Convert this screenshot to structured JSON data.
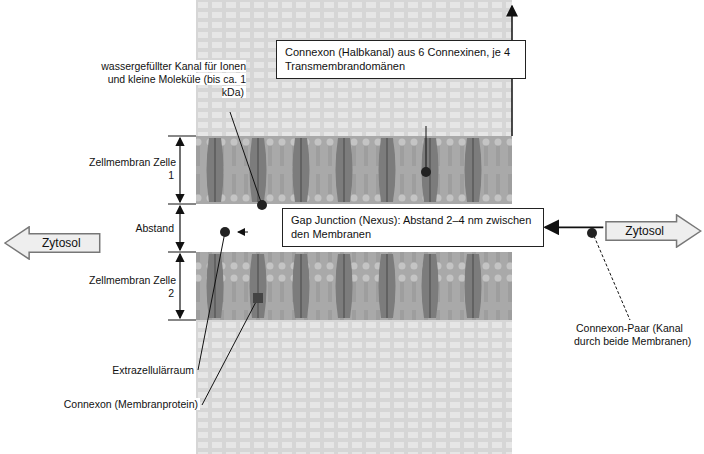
{
  "diagram": {
    "nodes": [
      {
        "text": [
          "Connexon (Halbkanal) aus 6 Connexinen, je 4 Transmembrandomänen"
        ]
      },
      {
        "text": [
          "Gap Junction (Nexus): Abstand 2–4 nm zwischen den Membranen"
        ]
      },
      {
        "text": [
          "Zytosol"
        ]
      },
      {
        "text": [
          "Zytosol"
        ]
      }
    ],
    "edges": [
      {
        "from": 3,
        "to": 1,
        "arrow": "to"
      }
    ],
    "labels": [
      "wassergefüllter Kanal für Ionen und kleine Moleküle (bis ca. 1 kDa)",
      "Zellmembran Zelle 1",
      "Abstand",
      "Zellmembran Zelle 2",
      "Extrazellulärraum",
      "Connexon (Membranprotein)",
      "Connexon-Paar (Kanal durch beide Membranen)"
    ]
  }
}
